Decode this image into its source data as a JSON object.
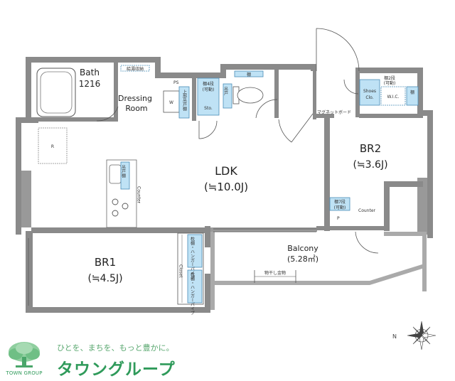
{
  "rooms": {
    "bath": "Bath",
    "bath_size": "1216",
    "dressing_1": "Dressing",
    "dressing_2": "Room",
    "ldk": "LDK",
    "ldk_size": "(≒10.0J)",
    "br1": "BR1",
    "br1_size": "(≒4.5J)",
    "br2": "BR2",
    "br2_size": "(≒3.6J)",
    "balcony": "Balcony",
    "balcony_size": "(5.28㎡)"
  },
  "fixtures": {
    "shelf_storage": "給湯収納",
    "ps": "PS",
    "washer": "W",
    "upper_storage": "上部吊戸棚",
    "sto": "Sto.",
    "shelf4": "棚4段",
    "movable": "(可動)",
    "shelf_top": "棚",
    "toilet_shelf": "吊戸",
    "magnet_board": "マグネットボード",
    "shoes_clo": "Shoes",
    "shoes_clo2": "Clo.",
    "shelf_movable": "棚2段",
    "shelf_movable2": "(可動)",
    "wic": "W.I.C.",
    "shelf_right": "棚",
    "fridge": "R",
    "cupboard": "吊戸棚",
    "counter_kitchen": "Counter",
    "shelf7": "棚7段",
    "shelf7_2": "(可動)",
    "counter": "Counter",
    "p": "P",
    "closet": "Closet",
    "pipe_shelf_1": "枕棚・ハンガーパイプ",
    "pipe_shelf_2": "枕棚・ハンガーパイプ",
    "clothes_rack": "物干し金物"
  },
  "compass": {
    "north": "N"
  },
  "brand": {
    "logo_text": "TOWN GROUP",
    "slogan": "ひとを、まちを、もっと豊かに。",
    "name": "タウングループ"
  },
  "colors": {
    "wall": "#8a8a8a",
    "fixture": "#bfe2f5",
    "fixture_stroke": "#4a8db8",
    "brand_green": "#2f9a5a",
    "slogan_green": "#5aa870"
  }
}
